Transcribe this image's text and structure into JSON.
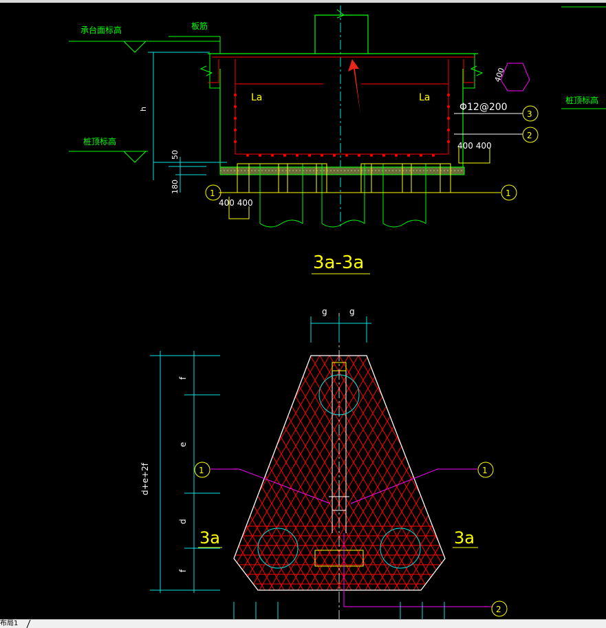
{
  "section": {
    "label_cap_elevation": "承台面标高",
    "label_slab_rebar": "板筋",
    "label_pile_top_left": "桩顶标高",
    "label_pile_top_right": "桩顶标高",
    "dim_h": "h",
    "dim_50": "50",
    "dim_180": "180",
    "dim_400_right": "400",
    "anchor_left": "La",
    "anchor_right": "La",
    "rebar_spec": "Φ12@200",
    "dims_bottom_left": "400 400",
    "dims_mid_right": "400 400",
    "callout_1": "1",
    "callout_2": "2",
    "callout_3": "3",
    "title": "3a-3a"
  },
  "plan": {
    "dim_g1": "g",
    "dim_g2": "g",
    "dim_total": "d+e+2f",
    "dim_f_top": "f",
    "dim_e": "e",
    "dim_d": "d",
    "dim_f_bottom": "f",
    "callout_1_left": "1",
    "callout_1_right": "1",
    "callout_2": "2",
    "cut_left": "3a",
    "cut_right": "3a"
  },
  "tabs": {
    "layout1": "布局1"
  },
  "colors": {
    "green": "#00ff00",
    "red": "#ff0000",
    "yellow": "#ffff00",
    "cyan": "#00e5e5",
    "white": "#ffffff",
    "magenta": "#ff00ff",
    "arrow": "#e8261c"
  }
}
